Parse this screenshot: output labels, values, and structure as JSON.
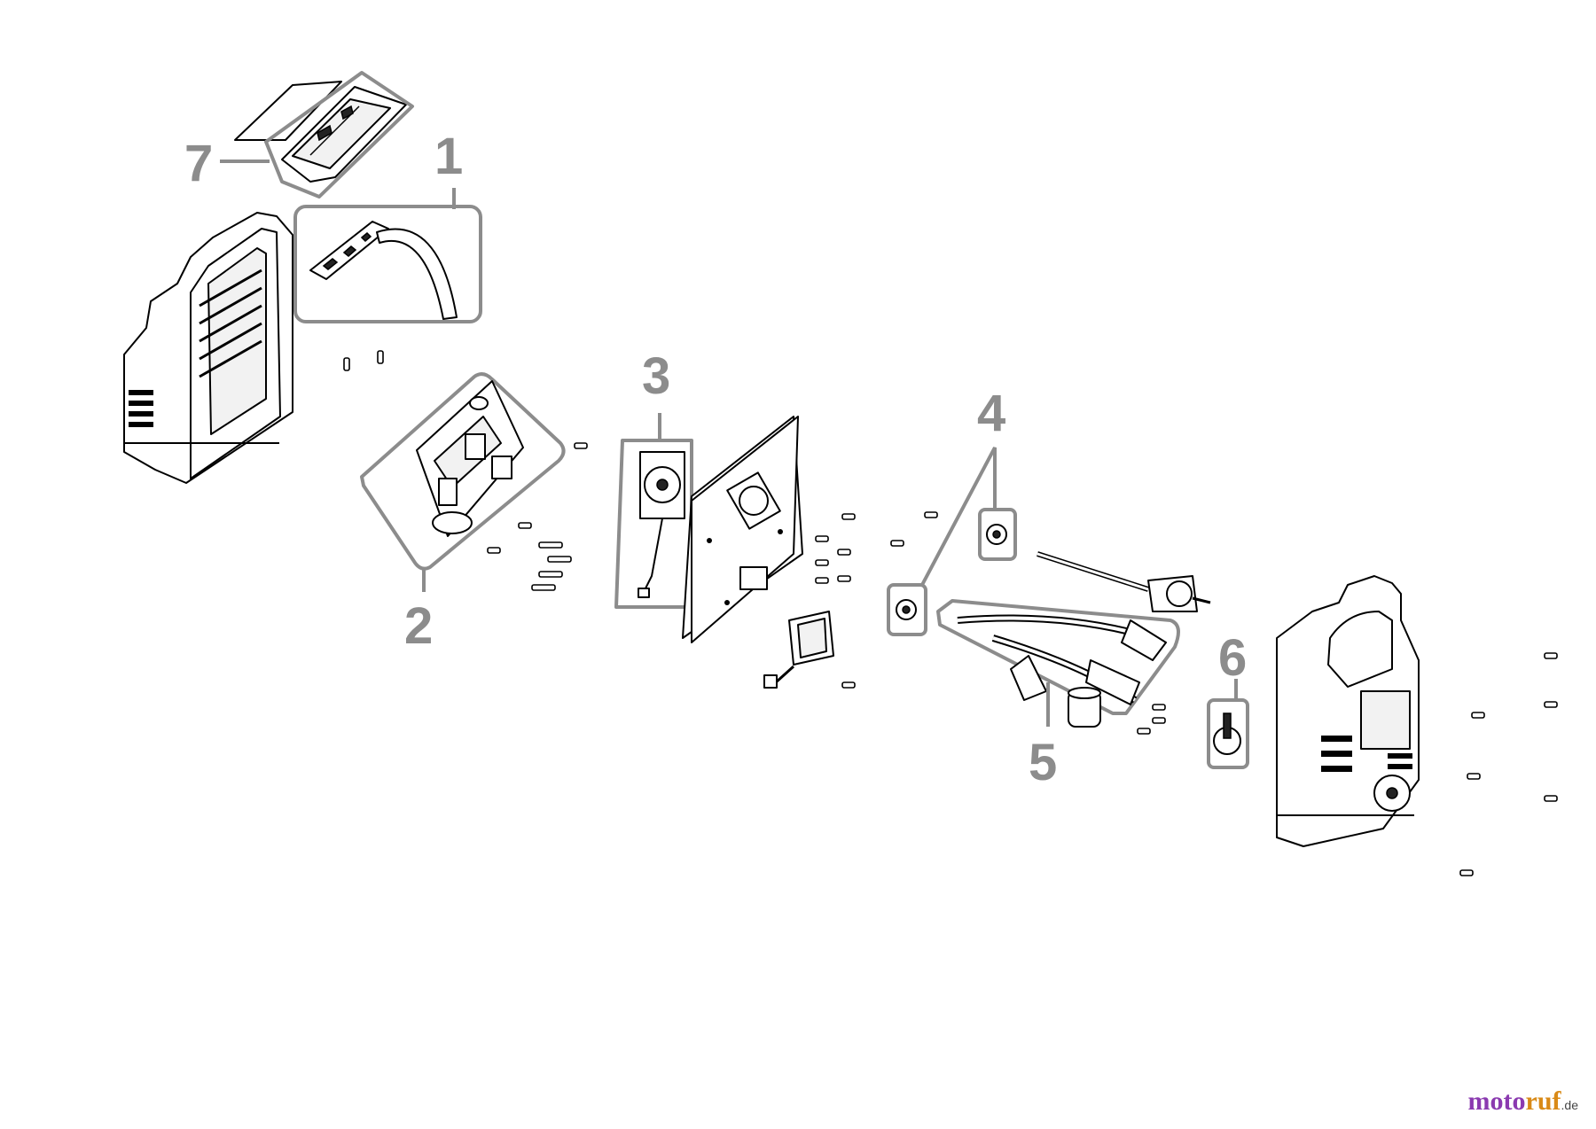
{
  "callouts": [
    {
      "id": "1",
      "label": "1"
    },
    {
      "id": "2",
      "label": "2"
    },
    {
      "id": "3",
      "label": "3"
    },
    {
      "id": "4",
      "label": "4"
    },
    {
      "id": "5",
      "label": "5"
    },
    {
      "id": "6",
      "label": "6"
    },
    {
      "id": "7",
      "label": "7"
    }
  ],
  "watermark": {
    "part1": "moto",
    "part2": "ruf",
    "part3": ".de"
  },
  "colors": {
    "callout": "#8c8c8c",
    "line": "#000000",
    "background": "#ffffff",
    "brand_purple": "#8b3ab0",
    "brand_orange": "#d98a17"
  }
}
